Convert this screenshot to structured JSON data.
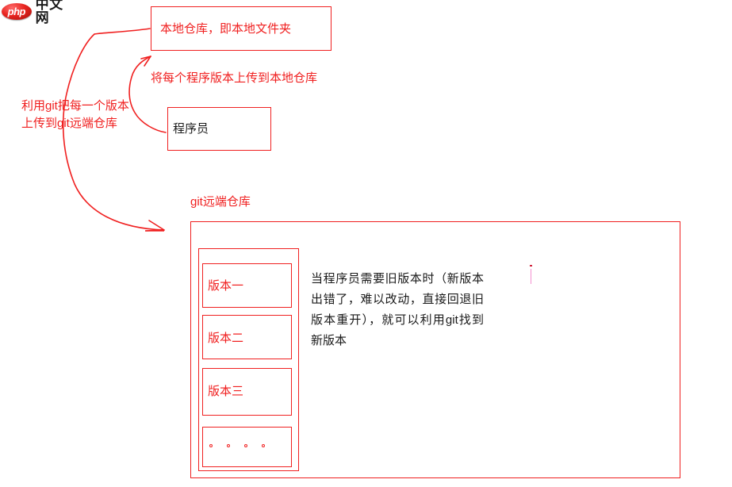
{
  "logo": {
    "badge_text": "php",
    "text": "中文网"
  },
  "diagram": {
    "local_repo_box": {
      "label": "本地仓库，即本地文件夹"
    },
    "notes": {
      "upload_to_local": "将每个程序版本上传到本地仓库",
      "upload_to_remote_line1": "利用git把每一个版本",
      "upload_to_remote_line2": "上传到git远端仓库"
    },
    "programmer_box": {
      "label": "程序员"
    },
    "git_remote": {
      "title": "git远端仓库",
      "versions": [
        {
          "label": "版本一"
        },
        {
          "label": "版本二"
        },
        {
          "label": "版本三"
        },
        {
          "label": "· · · ·"
        }
      ],
      "explanation": "当程序员需要旧版本时（新版本出错了，难以改动，直接回退旧版本重开），就可以利用git找到新版本"
    }
  },
  "colors": {
    "accent_red": "#f02020",
    "text_black": "#1a1a1a",
    "caret_pink": "#f48fd0"
  }
}
